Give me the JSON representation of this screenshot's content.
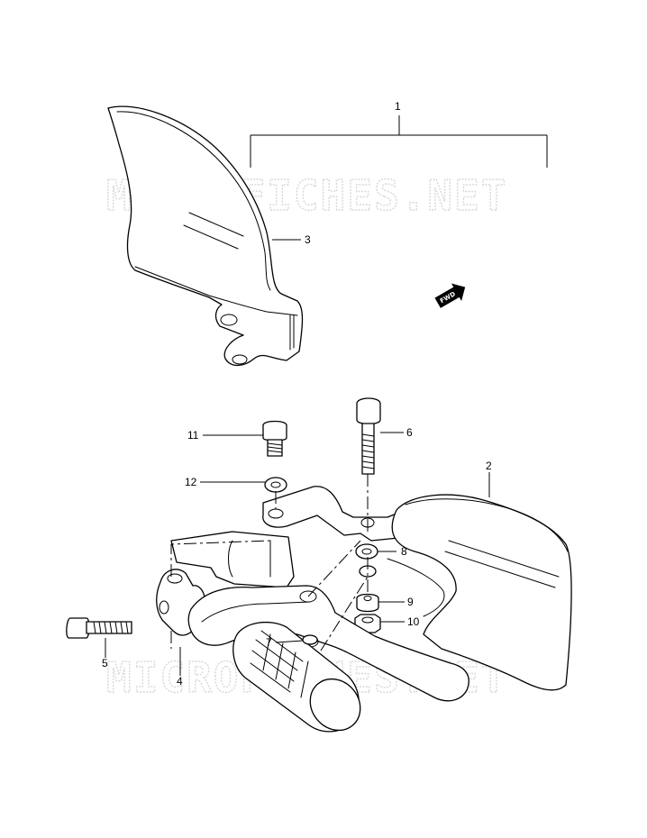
{
  "watermark": {
    "text": "MICROFICHES.NET"
  },
  "fwd_badge": {
    "label": "FWD"
  },
  "callouts": [
    {
      "id": "1",
      "label": "1"
    },
    {
      "id": "2",
      "label": "2"
    },
    {
      "id": "3",
      "label": "3"
    },
    {
      "id": "4",
      "label": "4"
    },
    {
      "id": "5",
      "label": "5"
    },
    {
      "id": "6",
      "label": "6"
    },
    {
      "id": "7",
      "label": "7"
    },
    {
      "id": "8",
      "label": "8"
    },
    {
      "id": "9",
      "label": "9"
    },
    {
      "id": "10",
      "label": "10"
    },
    {
      "id": "11",
      "label": "11"
    },
    {
      "id": "12",
      "label": "12"
    }
  ]
}
